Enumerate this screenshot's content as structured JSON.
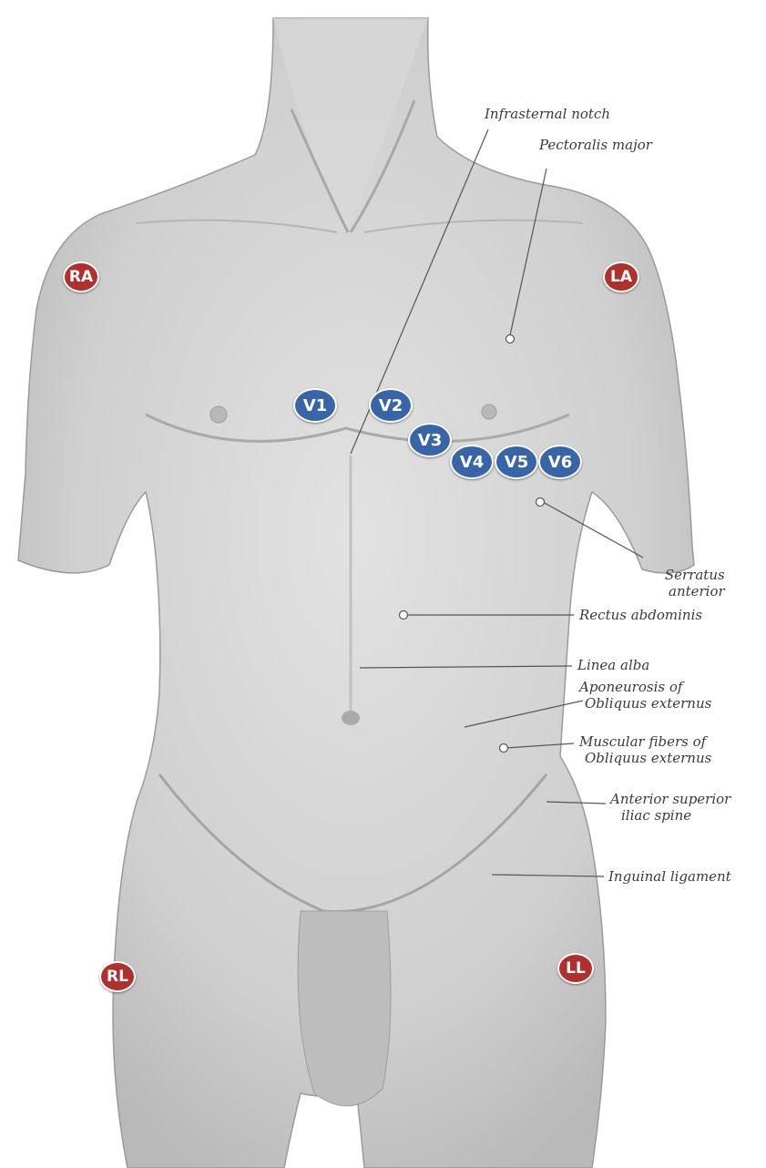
{
  "colors": {
    "limb_electrode": "#b0302e",
    "chest_electrode": "#3864a8",
    "skin": "#d4d4d4",
    "background": "#ffffff"
  },
  "limb_electrodes": [
    {
      "id": "RA",
      "label": "RA"
    },
    {
      "id": "LA",
      "label": "LA"
    },
    {
      "id": "RL",
      "label": "RL"
    },
    {
      "id": "LL",
      "label": "LL"
    }
  ],
  "chest_electrodes": [
    {
      "id": "V1",
      "label": "V1"
    },
    {
      "id": "V2",
      "label": "V2"
    },
    {
      "id": "V3",
      "label": "V3"
    },
    {
      "id": "V4",
      "label": "V4"
    },
    {
      "id": "V5",
      "label": "V5"
    },
    {
      "id": "V6",
      "label": "V6"
    }
  ],
  "anatomy_labels": {
    "infrasternal_notch": "Infrasternal notch",
    "pectoralis_major": "Pectoralis major",
    "serratus_anterior": {
      "line1": "Serratus",
      "line2": "anterior"
    },
    "rectus_abdominis": "Rectus abdominis",
    "linea_alba": "Linea alba",
    "aponeurosis": {
      "line1": "Aponeurosis of",
      "line2": "Obliquus externus"
    },
    "muscular_fibers": {
      "line1": "Muscular fibers of",
      "line2": "Obliquus externus"
    },
    "anterior_superior_iliac_spine": {
      "line1": "Anterior superior",
      "line2": "iliac spine"
    },
    "inguinal_ligament": "Inguinal ligament"
  }
}
